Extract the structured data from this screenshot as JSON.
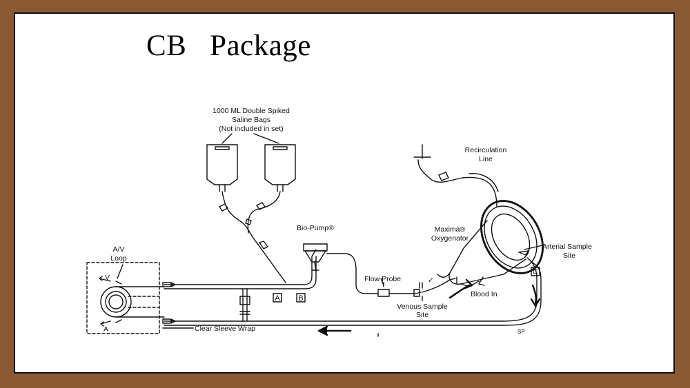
{
  "title": "CB   Package",
  "labels": {
    "saline_l1": "1000 ML Double Spiked",
    "saline_l2": "Saline Bags",
    "saline_l3": "(Not included in set)",
    "recirc_l1": "Recirculation",
    "recirc_l2": "Line",
    "biopump": "Bio-Pump®",
    "maxima_l1": "Maxima®",
    "maxima_l2": "Oxygenator",
    "arterial_l1": "Arterial Sample",
    "arterial_l2": "Site",
    "av_l1": "A/V",
    "av_l2": "Loop",
    "v_mark": "V",
    "a_mark": "A",
    "flow_probe": "Flow Probe",
    "venous_l1": "Venous Sample",
    "venous_l2": "Site",
    "blood_in": "Blood In",
    "clear_sleeve": "Clear Sleeve Wrap",
    "box_a": "A",
    "box_b": "B",
    "box_c": "C",
    "check_mark": "✓",
    "initials": "SP"
  },
  "colors": {
    "border": "#8a5a34",
    "ink": "#111111",
    "background": "#ffffff"
  }
}
